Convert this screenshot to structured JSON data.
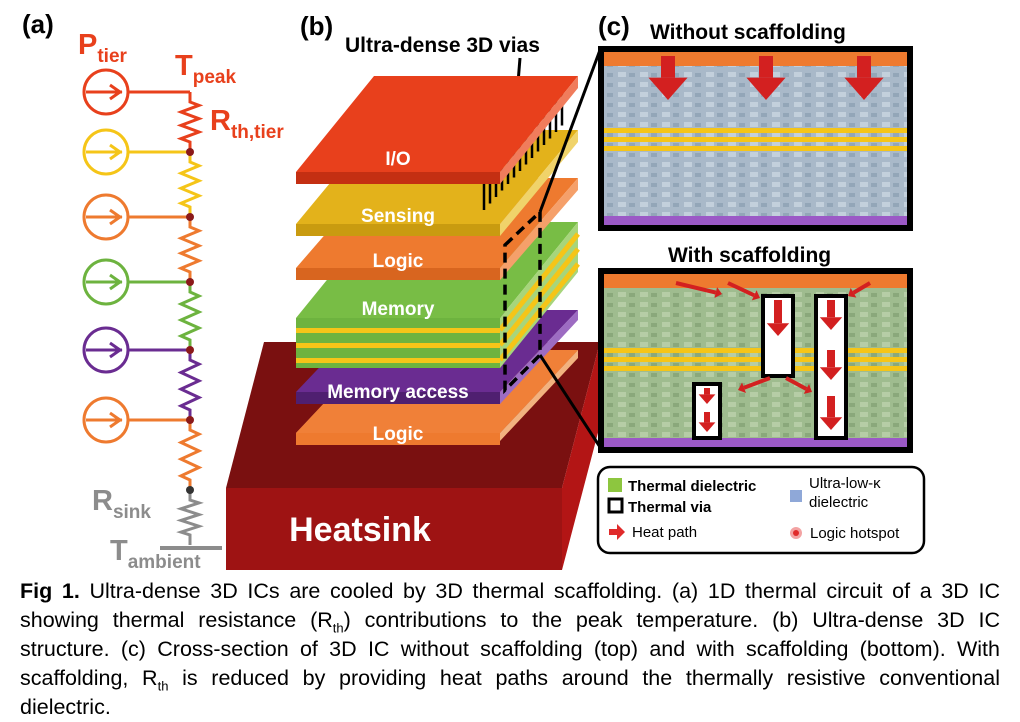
{
  "panel_a": {
    "label": "(a)",
    "p_tier_main": "P",
    "p_tier_sub": "tier",
    "t_peak_main": "T",
    "t_peak_sub": "peak",
    "r_th_tier_main": "R",
    "r_th_tier_sub": "th,tier",
    "r_sink_main": "R",
    "r_sink_sub": "sink",
    "t_ambient_main": "T",
    "t_ambient_sub": "ambient",
    "colors": [
      "#e8401c",
      "#f5c518",
      "#ee7a2f",
      "#6db33f",
      "#6a2c91",
      "#ee7a2f"
    ]
  },
  "panel_b": {
    "label": "(b)",
    "vias_label": "Ultra-dense 3D vias",
    "layers": [
      "I/O",
      "Sensing",
      "Logic",
      "Memory",
      "Memory access",
      "Logic"
    ],
    "heatsink_label": "Heatsink"
  },
  "panel_c": {
    "label": "(c)",
    "top_title": "Without scaffolding",
    "bottom_title": "With scaffolding",
    "legend": {
      "thermal_dielectric": "Thermal dielectric",
      "thermal_via": "Thermal via",
      "heat_path": "Heat path",
      "ultra_low_k_line1": "Ultra-low-κ",
      "ultra_low_k_line2": "dielectric",
      "logic_hotspot": "Logic hotspot"
    }
  },
  "caption": {
    "fig_label": "Fig 1.",
    "part1": " Ultra-dense 3D ICs are cooled by 3D thermal scaffolding. (a) 1D thermal circuit of a 3D IC showing thermal resistance (R",
    "sub1": "th",
    "part2": ") contributions to the peak temperature. (b) Ultra-dense 3D IC structure. (c) Cross-section of 3D IC without scaffolding (top) and with scaffolding (bottom). With scaffolding, R",
    "sub2": "th",
    "part3": " is reduced by providing heat paths around the thermally resistive conventional dielectric."
  }
}
